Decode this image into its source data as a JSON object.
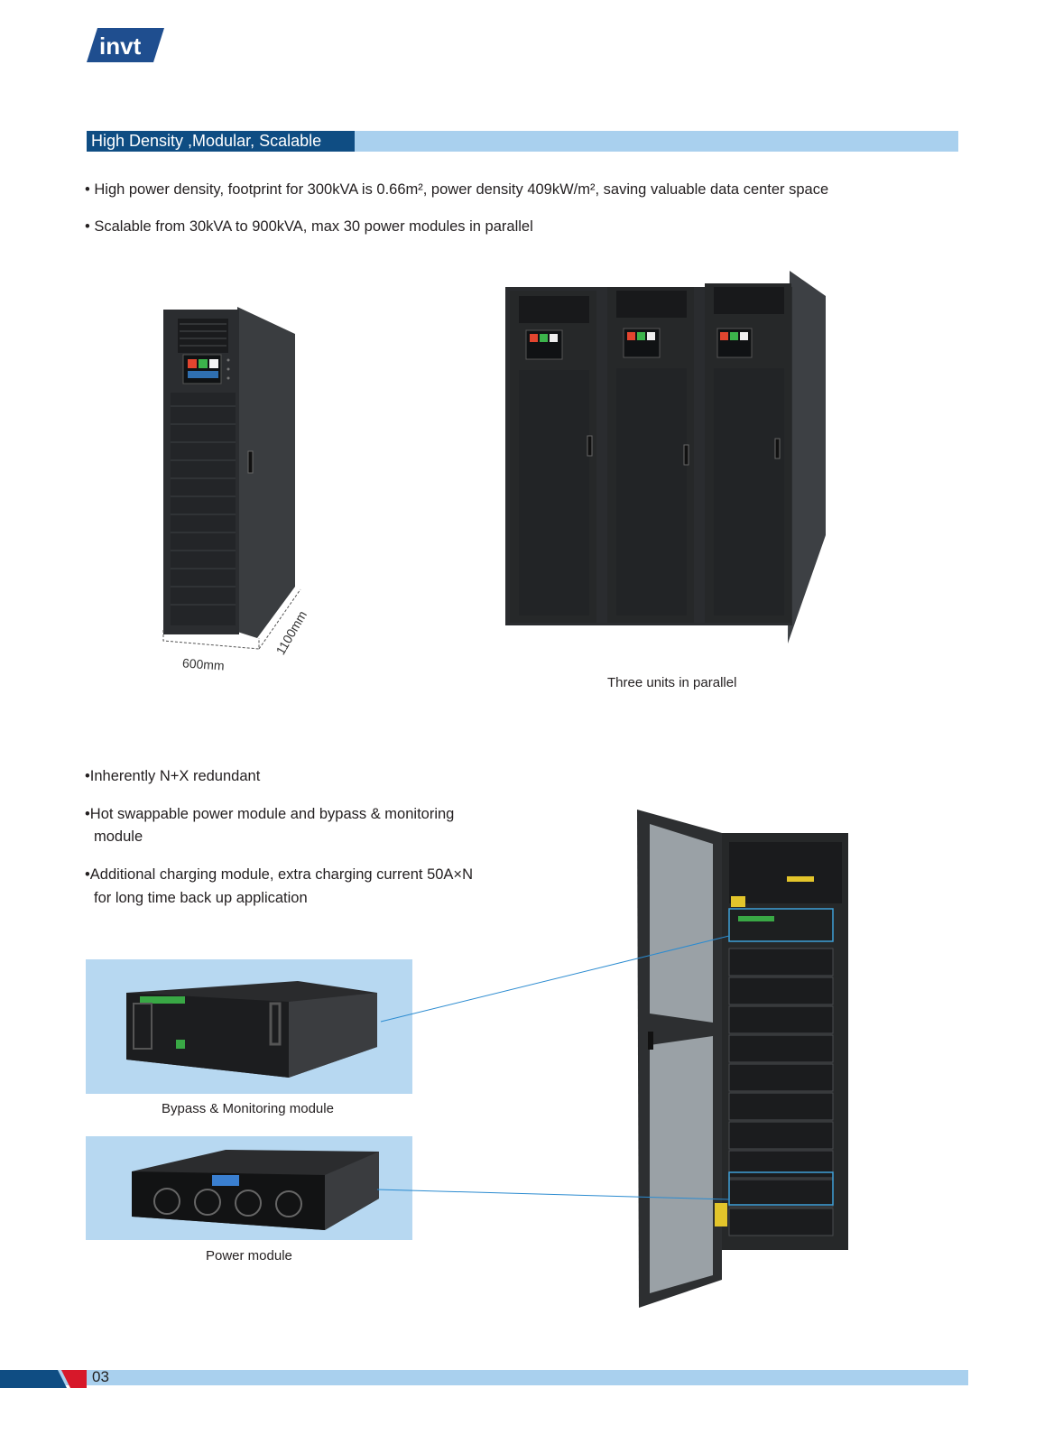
{
  "logo": {
    "text": "invt",
    "color": "#1f4e8f"
  },
  "section": {
    "title": "High Density ,Modular, Scalable"
  },
  "bullets_top": [
    "• High power density, footprint for 300kVA is 0.66m², power density 409kW/m², saving valuable data center space",
    "• Scalable from 30kVA to 900kVA, max 30 power modules in parallel"
  ],
  "single_cabinet": {
    "width_label": "600mm",
    "depth_label": "1100mm"
  },
  "parallel": {
    "caption": "Three units in parallel"
  },
  "bullets_bottom": [
    "•Inherently N+X redundant",
    "•Hot swappable power module and bypass & monitoring",
    "module",
    "•Additional charging module, extra charging current 50A×N",
    "for long time back up application"
  ],
  "modules": {
    "bypass_caption": "Bypass & Monitoring module",
    "power_caption": "Power module"
  },
  "footer": {
    "page_number": "03"
  },
  "colors": {
    "accent_dark": "#0f4d83",
    "accent_light": "#a9d0ee",
    "footer_red": "#d7182a",
    "footer_blue": "#0f4d83"
  }
}
